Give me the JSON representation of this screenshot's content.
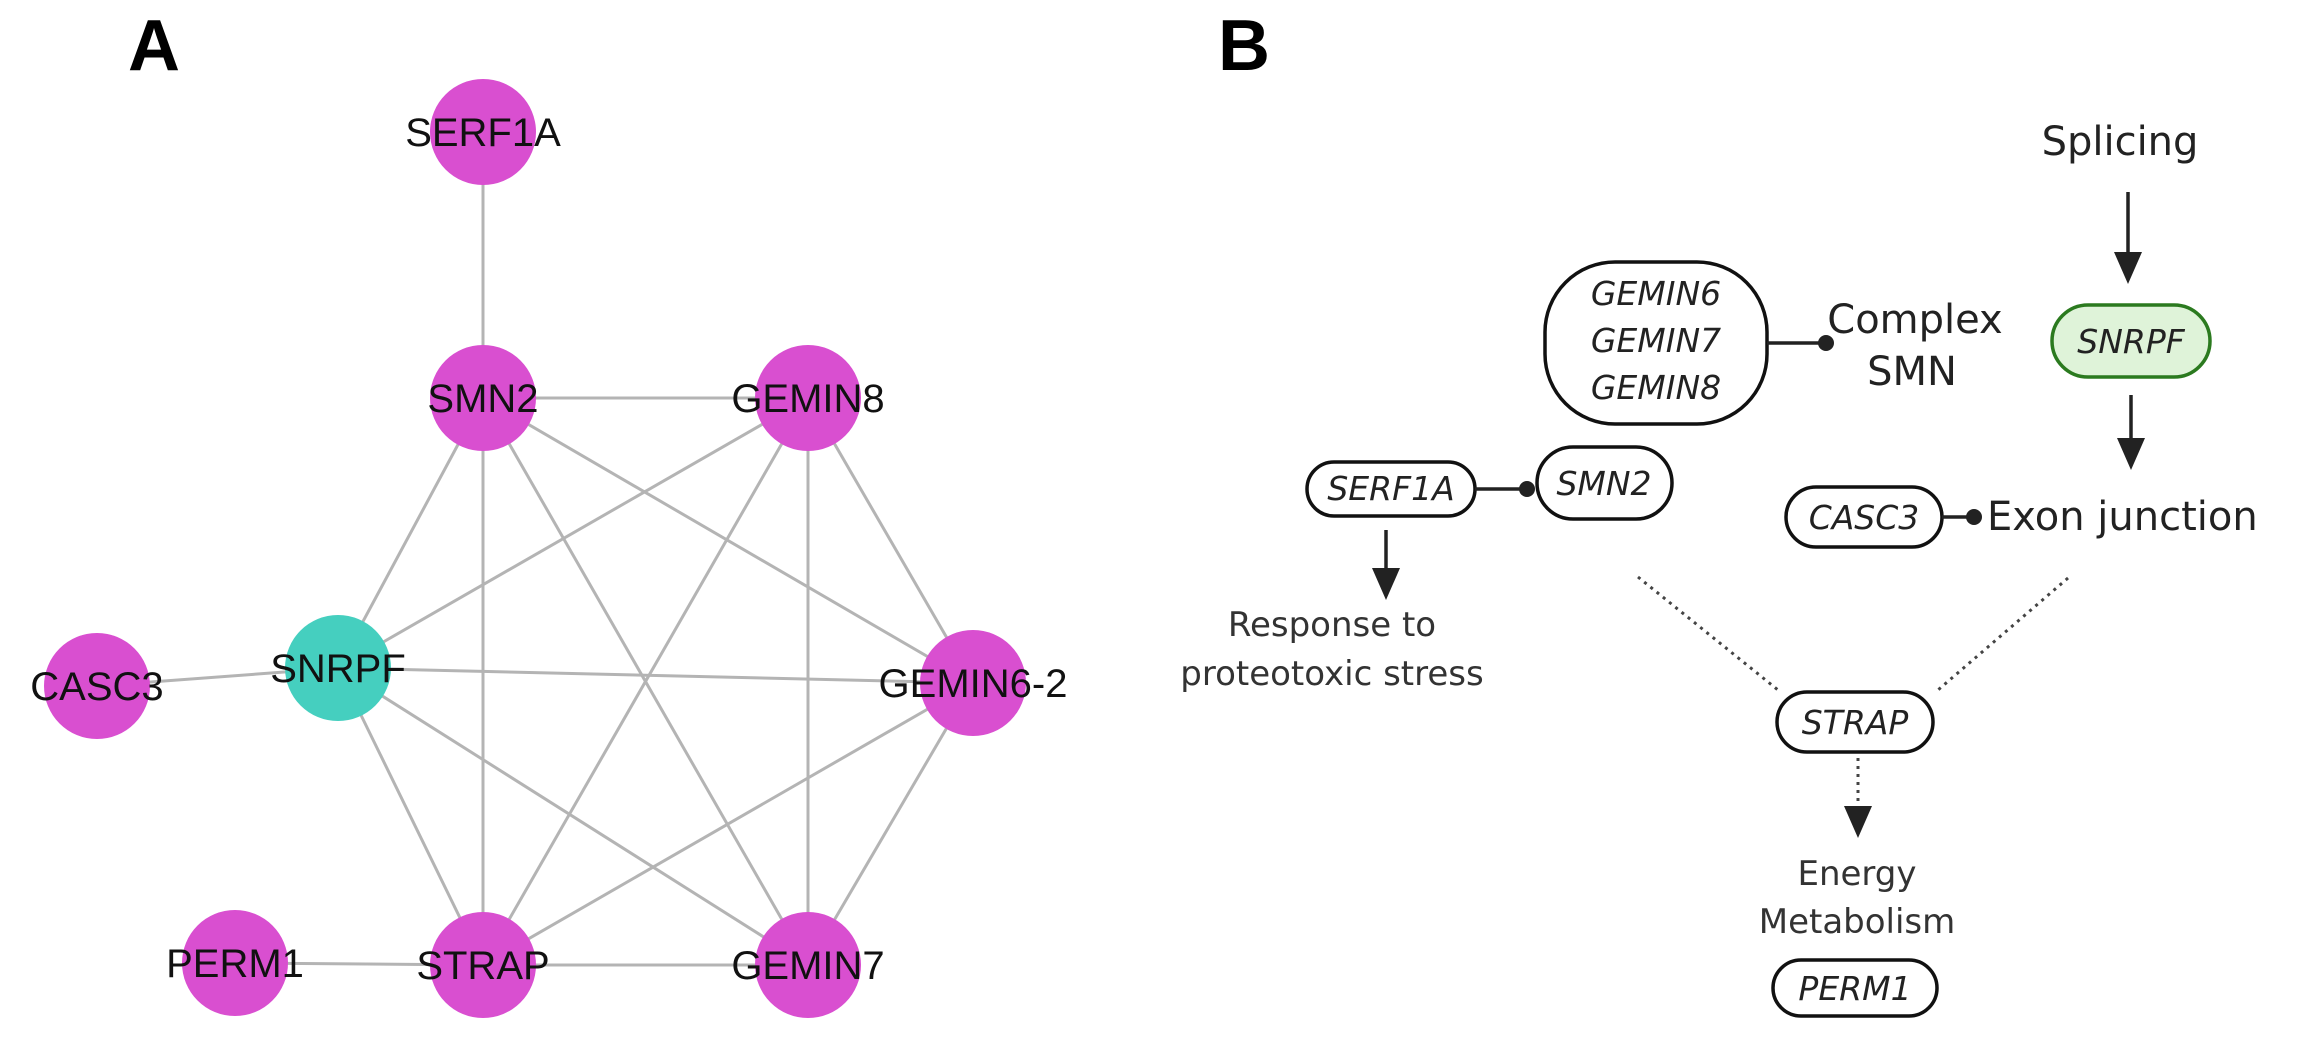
{
  "panels": {
    "a": "A",
    "b": "B"
  },
  "network": {
    "nodes": [
      {
        "id": "SERF1A",
        "label": "SERF1A",
        "role": "other"
      },
      {
        "id": "SMN2",
        "label": "SMN2",
        "role": "other"
      },
      {
        "id": "GEMIN8",
        "label": "GEMIN8",
        "role": "other"
      },
      {
        "id": "CASC3",
        "label": "CASC3",
        "role": "other"
      },
      {
        "id": "SNRPF",
        "label": "SNRPF",
        "role": "hub"
      },
      {
        "id": "GEMIN6-2",
        "label": "GEMIN6-2",
        "role": "other"
      },
      {
        "id": "PERM1",
        "label": "PERM1",
        "role": "other"
      },
      {
        "id": "STRAP",
        "label": "STRAP",
        "role": "other"
      },
      {
        "id": "GEMIN7",
        "label": "GEMIN7",
        "role": "other"
      }
    ],
    "edges": [
      [
        "SERF1A",
        "SMN2"
      ],
      [
        "SMN2",
        "GEMIN8"
      ],
      [
        "SMN2",
        "SNRPF"
      ],
      [
        "SMN2",
        "STRAP"
      ],
      [
        "SMN2",
        "GEMIN7"
      ],
      [
        "SMN2",
        "GEMIN6-2"
      ],
      [
        "GEMIN8",
        "SNRPF"
      ],
      [
        "GEMIN8",
        "STRAP"
      ],
      [
        "GEMIN8",
        "GEMIN7"
      ],
      [
        "GEMIN8",
        "GEMIN6-2"
      ],
      [
        "CASC3",
        "SNRPF"
      ],
      [
        "SNRPF",
        "GEMIN6-2"
      ],
      [
        "SNRPF",
        "STRAP"
      ],
      [
        "SNRPF",
        "GEMIN7"
      ],
      [
        "STRAP",
        "GEMIN6-2"
      ],
      [
        "STRAP",
        "GEMIN7"
      ],
      [
        "GEMIN7",
        "GEMIN6-2"
      ],
      [
        "PERM1",
        "STRAP"
      ]
    ],
    "colors": {
      "hub": "#45cfbf",
      "other": "#d94fd0",
      "edge": "#b4b4b4"
    }
  },
  "pathway": {
    "splicing": "Splicing",
    "gemin_complex": [
      "GEMIN6",
      "GEMIN7",
      "GEMIN8"
    ],
    "complex_smn": [
      "Complex",
      "SMN"
    ],
    "snrpf": "SNRPF",
    "serf1a": "SERF1A",
    "smn2": "SMN2",
    "casc3": "CASC3",
    "exon_junction": "Exon junction",
    "proteotoxic": [
      "Response to",
      "proteotoxic stress"
    ],
    "strap": "STRAP",
    "energy": [
      "Energy",
      "Metabolism"
    ],
    "perm1": "PERM1",
    "colors": {
      "snrpf_fill": "#dff3d9",
      "snrpf_stroke": "#2b7a1f"
    }
  }
}
